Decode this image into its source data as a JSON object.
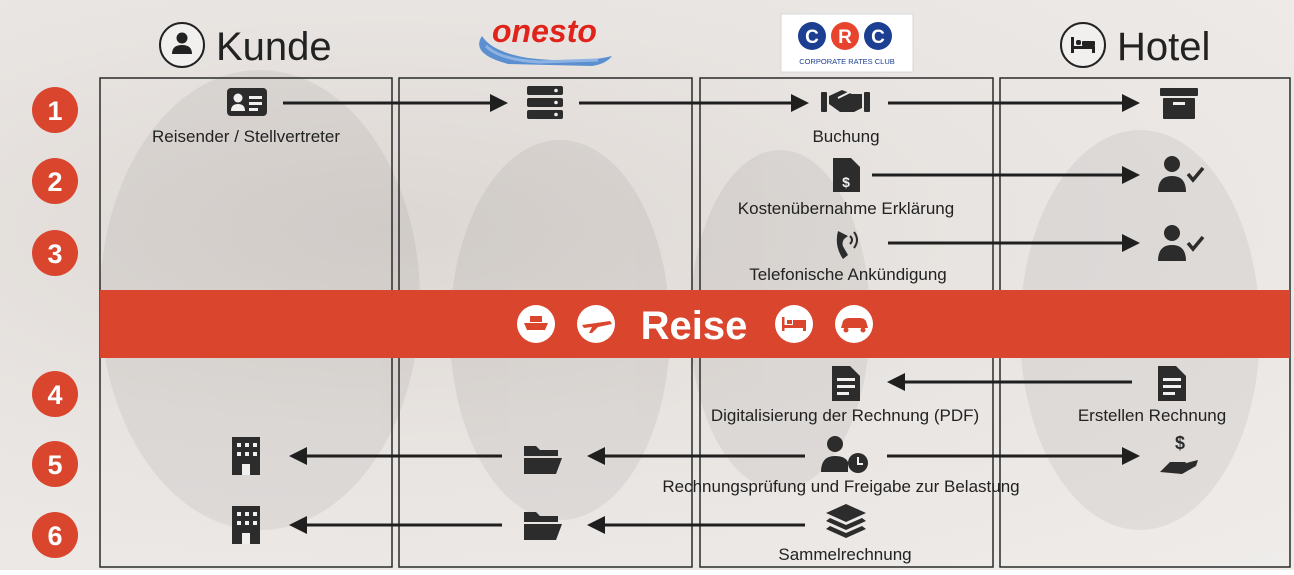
{
  "columns": {
    "kunde": "Kunde",
    "hotel": "Hotel"
  },
  "logos": {
    "onesto": "onesto",
    "crc_letters": [
      "C",
      "R",
      "C"
    ],
    "crc_caption": "CORPORATE RATES CLUB"
  },
  "steps": [
    "1",
    "2",
    "3",
    "4",
    "5",
    "6"
  ],
  "labels": {
    "reisender": "Reisender / Stellvertreter",
    "buchung": "Buchung",
    "kosten": "Kostenübernahme Erklärung",
    "telefon": "Telefonische Ankündigung",
    "digital": "Digitalisierung der Rechnung (PDF)",
    "erstellen": "Erstellen Rechnung",
    "pruefung": "Rechnungsprüfung und Freigabe zur Belastung",
    "sammel": "Sammelrechnung"
  },
  "banner": {
    "title": "Reise"
  },
  "colors": {
    "accent_red": "#d9452d",
    "icon_dark": "#2c2c2c",
    "crc_blue": "#1c3f91",
    "crc_red": "#e8432d",
    "onesto_red": "#e0241b",
    "onesto_blue": "#5b8fd0"
  },
  "icons": {
    "kunde": "user-icon",
    "hotel": "bed-icon",
    "reisender": "id-card-icon",
    "onesto_step1": "server-icon",
    "buchung": "handshake-icon",
    "hotel_step1": "archive-box-icon",
    "kosten": "invoice-dollar-icon",
    "hotel_step2": "user-check-icon",
    "telefon": "phone-volume-icon",
    "hotel_step3": "user-check-icon",
    "digital": "document-icon",
    "erstellen": "document-icon",
    "pruefung": "user-clock-icon",
    "hotel_step5": "hand-dollar-icon",
    "onesto_step5": "folder-open-icon",
    "kunde_step5": "building-icon",
    "sammel": "layers-icon",
    "onesto_step6": "folder-open-icon",
    "kunde_step6": "building-icon",
    "reise_modes": [
      "ship-icon",
      "plane-icon",
      "bed-icon",
      "car-icon"
    ]
  }
}
